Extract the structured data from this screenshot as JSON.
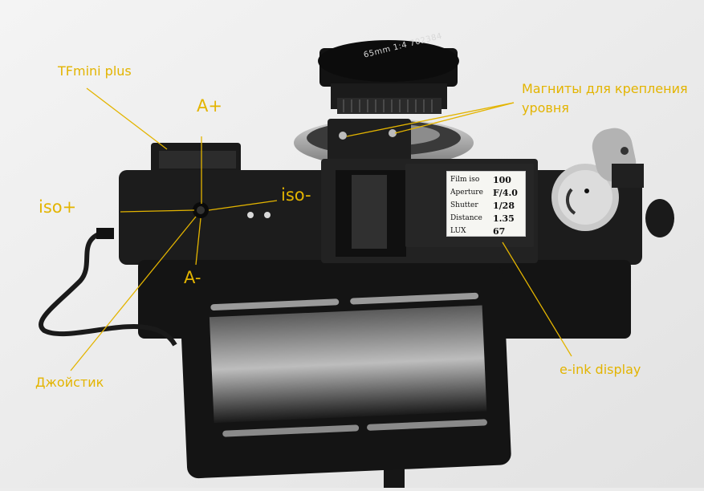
{
  "annotations": {
    "tfmini": "TFmini plus",
    "a_plus": "A+",
    "iso_plus": "iso+",
    "iso_minus": "iso-",
    "a_minus": "A-",
    "joystick": "Джойстик",
    "magnets_line1": "Магниты для крепления",
    "magnets_line2": "уровня",
    "eink": "e-ink display"
  },
  "eink_display": {
    "rows": [
      {
        "key": "Film iso",
        "value": "100"
      },
      {
        "key": "Aperture",
        "value": "F/4.0"
      },
      {
        "key": "Shutter",
        "value": "1/28"
      },
      {
        "key": "Distance",
        "value": "1.35"
      },
      {
        "key": "LUX",
        "value": "67"
      }
    ]
  },
  "lens_marking": "65mm 1:4 702384",
  "colors": {
    "annotation": "#e3b400",
    "background": "#ececec",
    "camera_body": "#1c1c1c"
  }
}
